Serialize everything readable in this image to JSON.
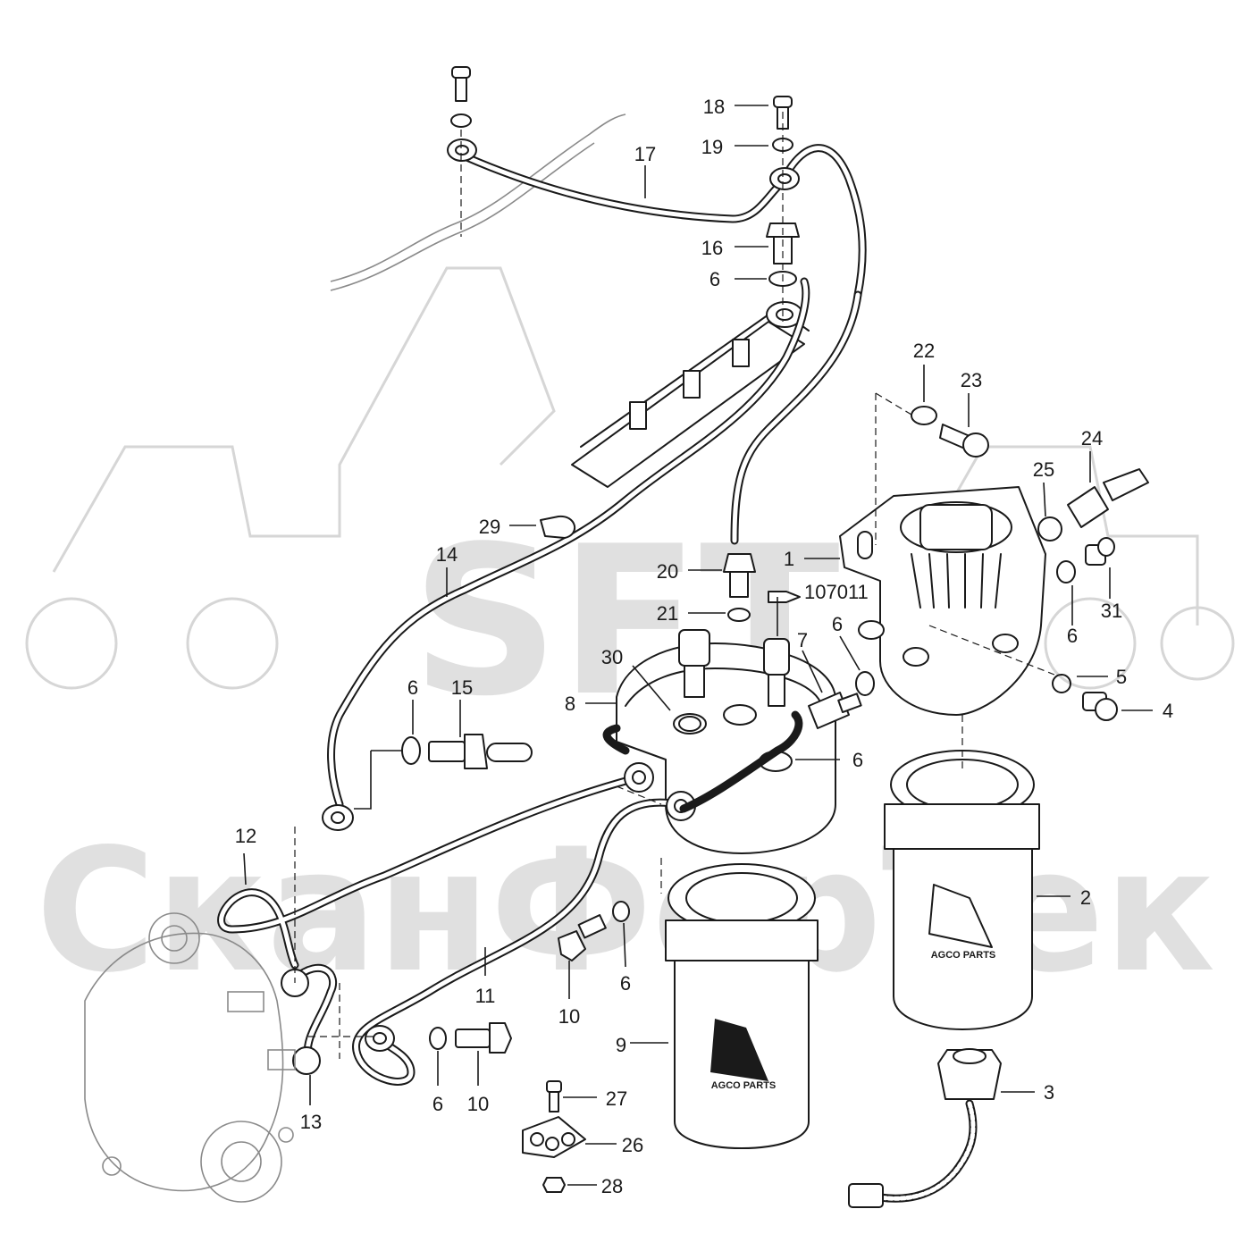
{
  "watermark": {
    "brand": "SFT",
    "company": "СканФорТек",
    "color": "#c8c8c8"
  },
  "filter_brand": "AGCO PARTS",
  "ref_code": "107011",
  "callouts": [
    "1",
    "2",
    "3",
    "4",
    "5",
    "6",
    "6",
    "6",
    "6",
    "6",
    "6",
    "6",
    "7",
    "8",
    "9",
    "10",
    "10",
    "11",
    "12",
    "13",
    "14",
    "15",
    "16",
    "17",
    "18",
    "19",
    "20",
    "21",
    "22",
    "23",
    "24",
    "25",
    "26",
    "27",
    "28",
    "29",
    "30",
    "31"
  ]
}
